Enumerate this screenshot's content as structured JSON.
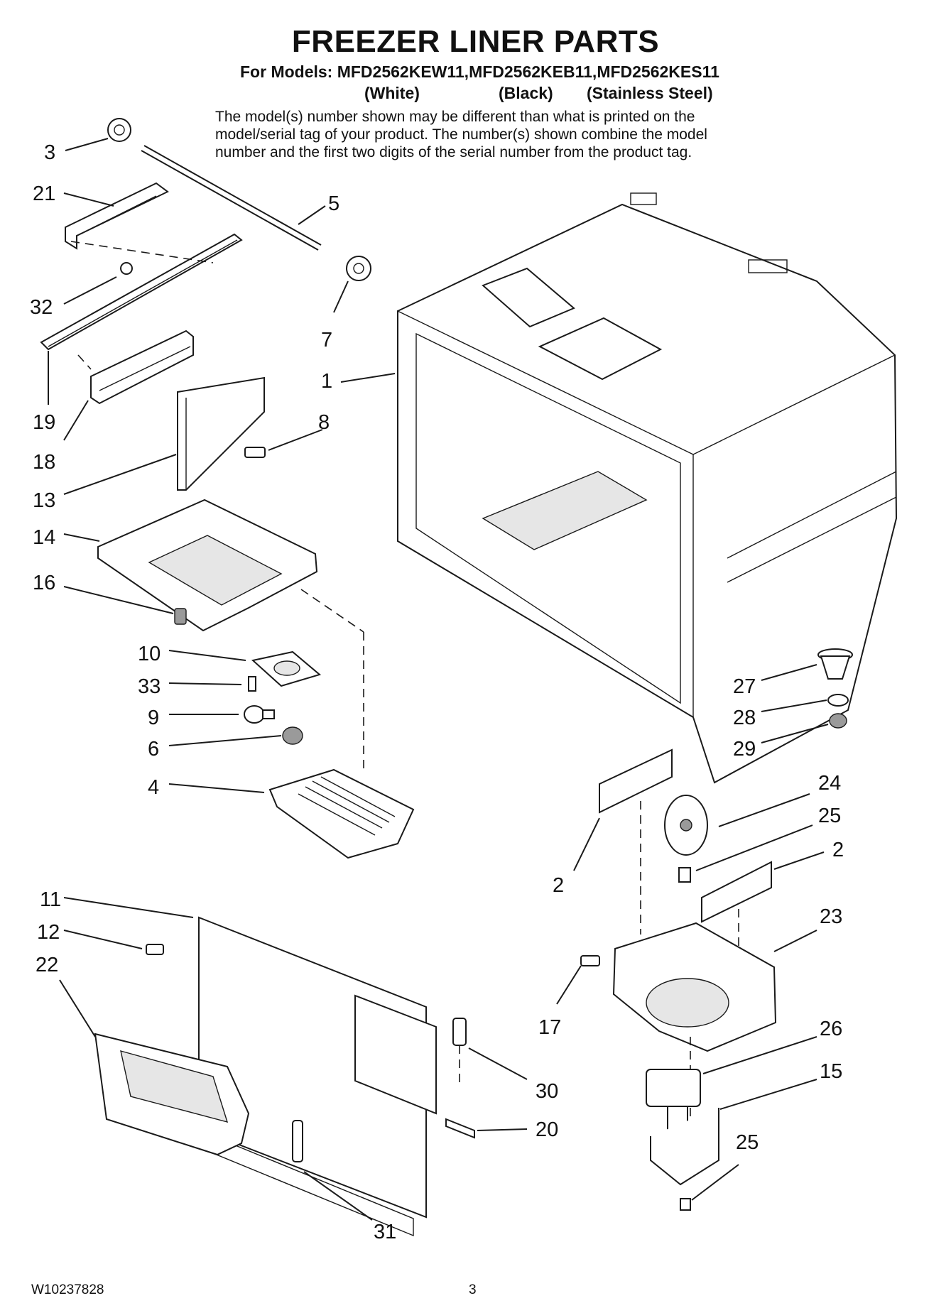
{
  "header": {
    "title": "FREEZER LINER PARTS",
    "models_line": "For Models: MFD2562KEW11,MFD2562KEB11,MFD2562KES11",
    "variants": [
      "(White)",
      "(Black)",
      "(Stainless Steel)"
    ],
    "note_lines": [
      "The model(s) number shown may be different than what is printed on the",
      "model/serial tag of your product. The number(s) shown combine the model",
      "number and the first two digits of the serial number from the product tag."
    ]
  },
  "callouts": [
    "3",
    "21",
    "5",
    "32",
    "7",
    "1",
    "19",
    "8",
    "18",
    "13",
    "14",
    "16",
    "10",
    "33",
    "9",
    "6",
    "4",
    "27",
    "28",
    "29",
    "24",
    "25",
    "2",
    "2",
    "11",
    "12",
    "22",
    "23",
    "17",
    "26",
    "15",
    "30",
    "20",
    "25",
    "31"
  ],
  "footer": {
    "doc_number": "W10237828",
    "page_number": "3"
  }
}
